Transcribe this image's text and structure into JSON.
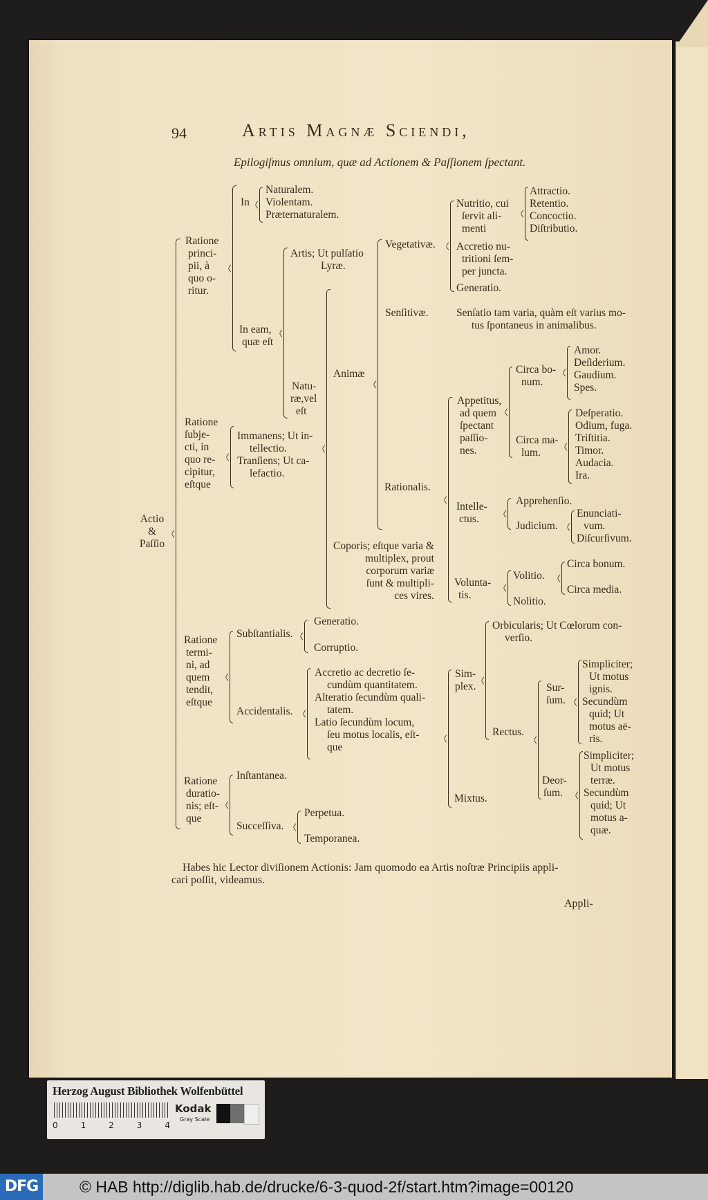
{
  "header": {
    "page_number": "94",
    "running_title": "Artis Magnæ Sciendi,",
    "subtitle": "Epilogiſmus omnium, quæ ad Actionem & Paſſionem ſpectant."
  },
  "tree": {
    "root": "Actio & Paſſio",
    "principii": {
      "label": [
        "Ratione",
        "princi-",
        "pii, à",
        "quo o-",
        "ritur."
      ],
      "in": "In",
      "in_items": [
        "Naturalem.",
        "Violentam.",
        "Præternaturalem."
      ],
      "in_eam": [
        "In eam,",
        "quæ eſt"
      ],
      "artis": [
        "Artis; Ut pulſatio",
        "Lyræ."
      ],
      "naturae": [
        "Natu-",
        "ræ,vel",
        "eſt"
      ],
      "animae": "Animæ",
      "vegetativae": "Vegetativæ.",
      "nutritio": [
        "Nutritio, cui",
        "ſervit ali-",
        "menti"
      ],
      "nutritio_items": [
        "Attractio.",
        "Retentio.",
        "Concoctio.",
        "Diſtributio."
      ],
      "accretio": [
        "Accretio nu-",
        "tritioni ſem-",
        "per juncta."
      ],
      "generatio": "Generatio.",
      "sensitivae": "Senſitivæ.",
      "sensatio": [
        "Senſatio tam varia, quàm eſt varius mo-",
        "tus ſpontaneus in animalibus."
      ],
      "rationalis": "Rationalis.",
      "appetitus": [
        "Appetitus,",
        "ad quem",
        "ſpectant",
        "paſſio-",
        "nes."
      ],
      "circa_bonum": [
        "Circa bo-",
        "num."
      ],
      "bonum_items": [
        "Amor.",
        "Deſiderium.",
        "Gaudium.",
        "Spes."
      ],
      "circa_malum": [
        "Circa ma-",
        "lum."
      ],
      "malum_items": [
        "Deſperatio.",
        "Odium, fuga.",
        "Triſtitia.",
        "Timor.",
        "Audacia.",
        "Ira."
      ],
      "intellectus": [
        "Intelle-",
        "ctus."
      ],
      "apprehensio": "Apprehenſio.",
      "judicium": "Judicium.",
      "judicium_items": [
        "Enunciati-",
        "vum.",
        "Diſcurſivum."
      ],
      "voluntatis": [
        "Volunta-",
        "tis."
      ],
      "volitio": "Volitio.",
      "volitio_items": [
        "Circa bonum.",
        "Circa media."
      ],
      "nolitio": "Nolitio.",
      "corporis": [
        "Coporis; eſtque varia &",
        "multiplex, prout",
        "corporum variæ",
        "ſunt & multipli-",
        "ces vires."
      ]
    },
    "subjecti": {
      "label": [
        "Ratione",
        "ſubje-",
        "cti, in",
        "quo re-",
        "cipitur,",
        "eſtque"
      ],
      "items": [
        "Immanens; Ut in-",
        "tellectio.",
        "Tranſiens; Ut ca-",
        "lefactio."
      ]
    },
    "termini": {
      "label": [
        "Ratione",
        "termi-",
        "ni, ad",
        "quem",
        "tendit,",
        "eſtque"
      ],
      "substantialis": "Subſtantialis.",
      "substantialis_items": [
        "Generatio.",
        "Corruptio."
      ],
      "accidentalis": "Accidentalis.",
      "accidentalis_items": [
        "Accretio  ac decretio ſe-",
        "cundùm quantitatem.",
        "Alteratio ſecundùm quali-",
        "tatem.",
        "Latio ſecundùm  locum,",
        "ſeu motus localis, eſt-",
        "que"
      ],
      "simplex": [
        "Sim-",
        "plex."
      ],
      "orbicularis": [
        "Orbicularis; Ut Cœlorum con-",
        "verſio."
      ],
      "rectus": "Rectus.",
      "sursum": [
        "Sur-",
        "ſum."
      ],
      "sursum_items": [
        "Simpliciter;",
        "Ut  motus",
        "ignis.",
        "Secundùm",
        "quid; Ut",
        "motus aë-",
        "ris."
      ],
      "deorsum": [
        "Deor-",
        "ſum."
      ],
      "deorsum_items": [
        "Simpliciter;",
        "Ut  motus",
        "terræ.",
        "Secundùm",
        "quid; Ut",
        "motus a-",
        "quæ."
      ],
      "mixtus": "Mixtus."
    },
    "durationis": {
      "label": [
        "Ratione",
        "duratio-",
        "nis; eſt-",
        "que"
      ],
      "instantanea": "Inſtantanea.",
      "successiva": "Succeſſiva.",
      "successiva_items": [
        "Perpetua.",
        "Temporanea."
      ]
    }
  },
  "closing": {
    "text": [
      "Habes hic Lector diviſionem Actionis: Jam quomodo ea Artis noſtræ Principiis appli-",
      "cari poſſit, videamus."
    ],
    "catchword": "Appli-"
  },
  "target_card": {
    "title": "Herzog August Bibliothek Wolfenbüttel",
    "ruler_numbers": [
      "0",
      "1",
      "2",
      "3",
      "4"
    ],
    "brand": "Kodak",
    "brand_sub": "Gray Scale",
    "gray_swatches": [
      "#111111",
      "#6e6e6e",
      "#eeeeee"
    ]
  },
  "footer": {
    "logo": "DFG",
    "text": "© HAB http://diglib.hab.de/drucke/6-3-quod-2f/start.htm?image=00120"
  }
}
